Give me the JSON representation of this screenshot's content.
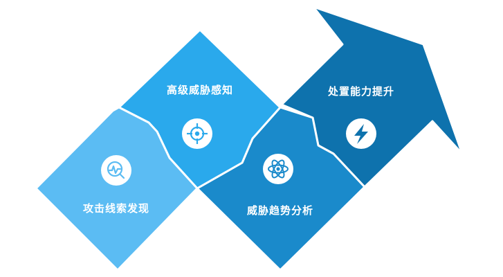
{
  "steps": [
    {
      "label": "攻击线索发现",
      "icon": "chart-magnifier-icon",
      "color": "#5bbcf3"
    },
    {
      "label": "高级威胁感知",
      "icon": "target-crosshair-icon",
      "color": "#2aa9ec"
    },
    {
      "label": "威胁趋势分析",
      "icon": "atom-icon",
      "color": "#1a8acb"
    },
    {
      "label": "处置能力提升",
      "icon": "lightning-bolt-icon",
      "color": "#0e72ad"
    }
  ]
}
